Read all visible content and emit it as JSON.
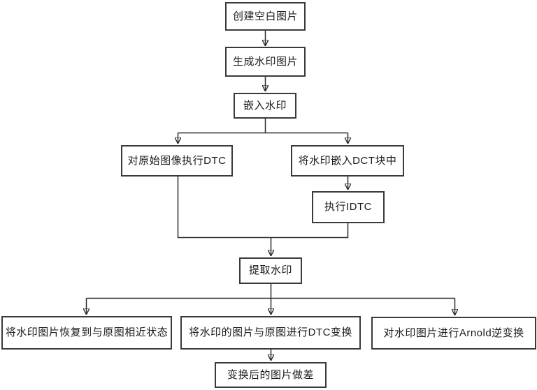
{
  "diagram": {
    "title": "watermark-dct-flowchart",
    "colors": {
      "background": "#ffffff",
      "box_fill": "#ffffff",
      "box_border": "#3a3a3a",
      "line": "#2b2b2b",
      "text": "#1a1a1a"
    },
    "nodes": [
      {
        "id": "create-blank-image",
        "label": "创建空白图片"
      },
      {
        "id": "generate-watermark-image",
        "label": "生成水印图片"
      },
      {
        "id": "embed-watermark",
        "label": "嵌入水印"
      },
      {
        "id": "dtc-on-original-image",
        "label": "对原始图像执行DTC"
      },
      {
        "id": "embed-watermark-dct-block",
        "label": "将水印嵌入DCT块中"
      },
      {
        "id": "execute-idtc",
        "label": "执行IDTC"
      },
      {
        "id": "extract-watermark",
        "label": "提取水印"
      },
      {
        "id": "restore-watermark-image",
        "label": "将水印图片恢复到与原图相近状态"
      },
      {
        "id": "dtc-transform-with-original",
        "label": "将水印的图片与原图进行DTC变换"
      },
      {
        "id": "arnold-inverse-transform",
        "label": "对水印图片进行Arnold逆变换"
      },
      {
        "id": "difference-of-images",
        "label": "变换后的图片做差"
      }
    ]
  }
}
